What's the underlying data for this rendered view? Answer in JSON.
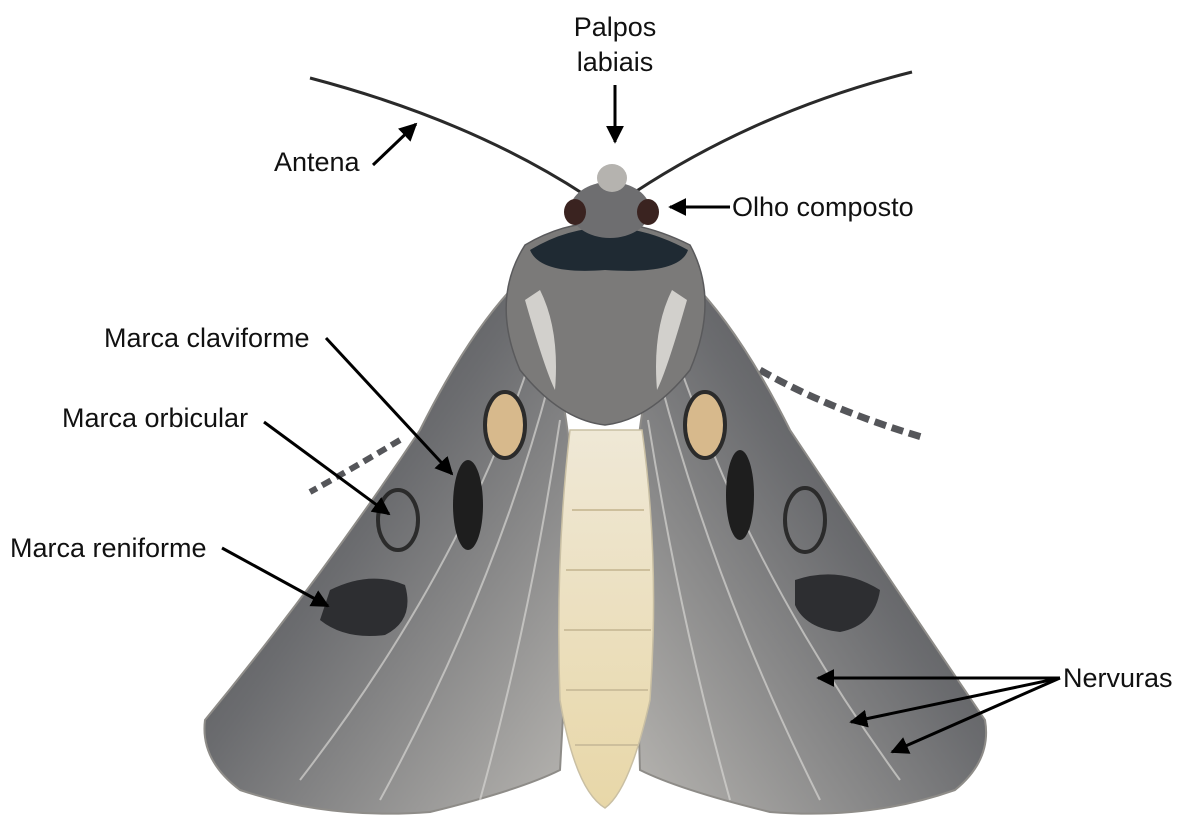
{
  "labels": {
    "palpos": [
      "Palpos",
      "labiais"
    ],
    "antena": "Antena",
    "olho": "Olho composto",
    "claviforme": "Marca claviforme",
    "orbicular": "Marca orbicular",
    "reniforme": "Marca reniforme",
    "nervuras": "Nervuras"
  },
  "colors": {
    "background": "#ffffff",
    "arrow": "#000000",
    "wing_dark": "#4a4a4c",
    "wing_light": "#c9c9c7",
    "abdomen": "#e6dcc0",
    "thorax": "#3a3c40"
  }
}
